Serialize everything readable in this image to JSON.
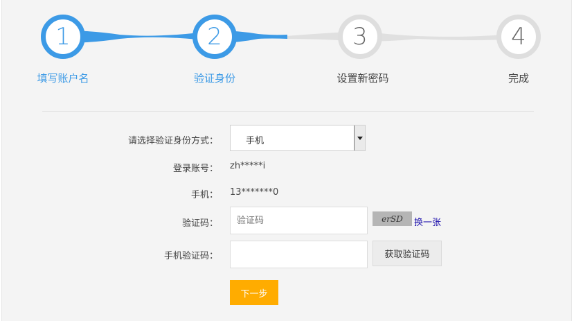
{
  "steps": [
    {
      "number": "1",
      "label": "填写账户名",
      "state": "done"
    },
    {
      "number": "2",
      "label": "验证身份",
      "state": "current"
    },
    {
      "number": "3",
      "label": "设置新密码",
      "state": "todo"
    },
    {
      "number": "4",
      "label": "完成",
      "state": "todo"
    }
  ],
  "form": {
    "method_label": "请选择验证身份方式：",
    "method_value": "手机",
    "account_label": "登录账号：",
    "account_value": "zh*****i",
    "phone_label": "手机：",
    "phone_value": "13*******0",
    "captcha_label": "验证码：",
    "captcha_placeholder": "验证码",
    "captcha_image_text": "erSD",
    "captcha_refresh": "换一张",
    "sms_label": "手机验证码：",
    "sms_button": "获取验证码",
    "next_button": "下一步"
  },
  "colors": {
    "accent": "#3c9ae6",
    "inactive": "#dedede",
    "button": "#ffac00"
  }
}
